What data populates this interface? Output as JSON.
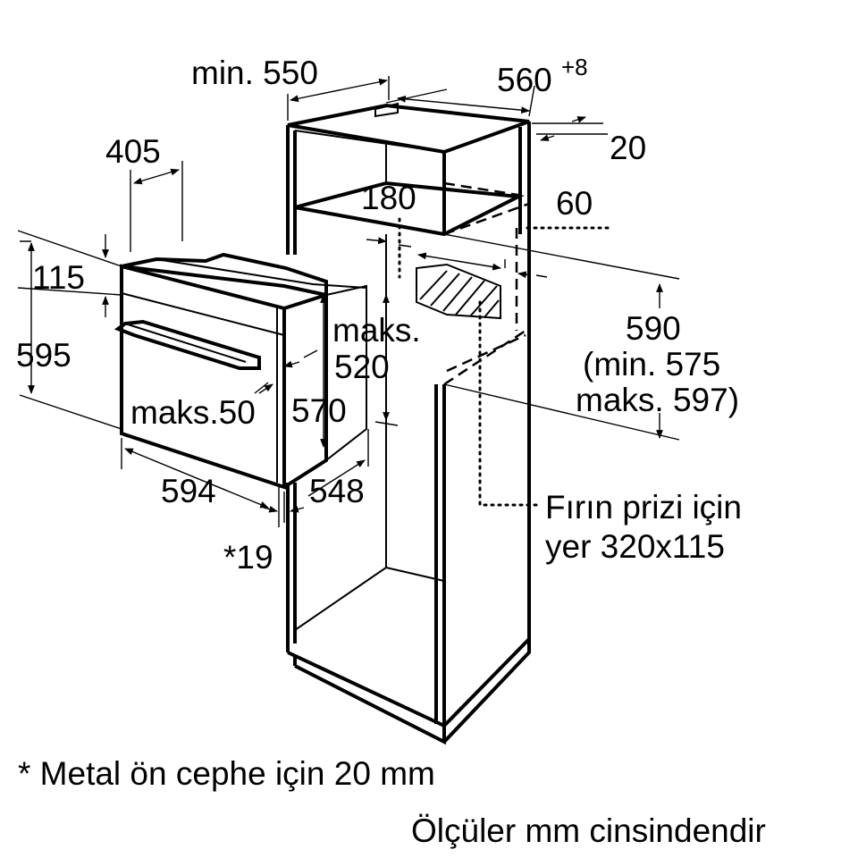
{
  "dimensions": {
    "min_550": "min. 550",
    "w_560": "560",
    "w_560_sup": "+8",
    "d_20": "20",
    "w_405": "405",
    "h_180": "180",
    "d_60": "60",
    "h_115": "115",
    "maks_label": "maks.",
    "maks_520": "520",
    "h_590": "590",
    "min_575": "(min. 575",
    "maks_597": "maks. 597)",
    "h_595": "595",
    "maks_50": "maks.50",
    "h_570": "570",
    "w_594": "594",
    "d_548": "548",
    "star_19": "*19"
  },
  "labels": {
    "socket_line1": "Fırın prizi için",
    "socket_line2": "yer 320x115"
  },
  "notes": {
    "metal_front": "* Metal ön cephe için 20 mm",
    "units": "Ölçüler mm cinsindendir"
  }
}
